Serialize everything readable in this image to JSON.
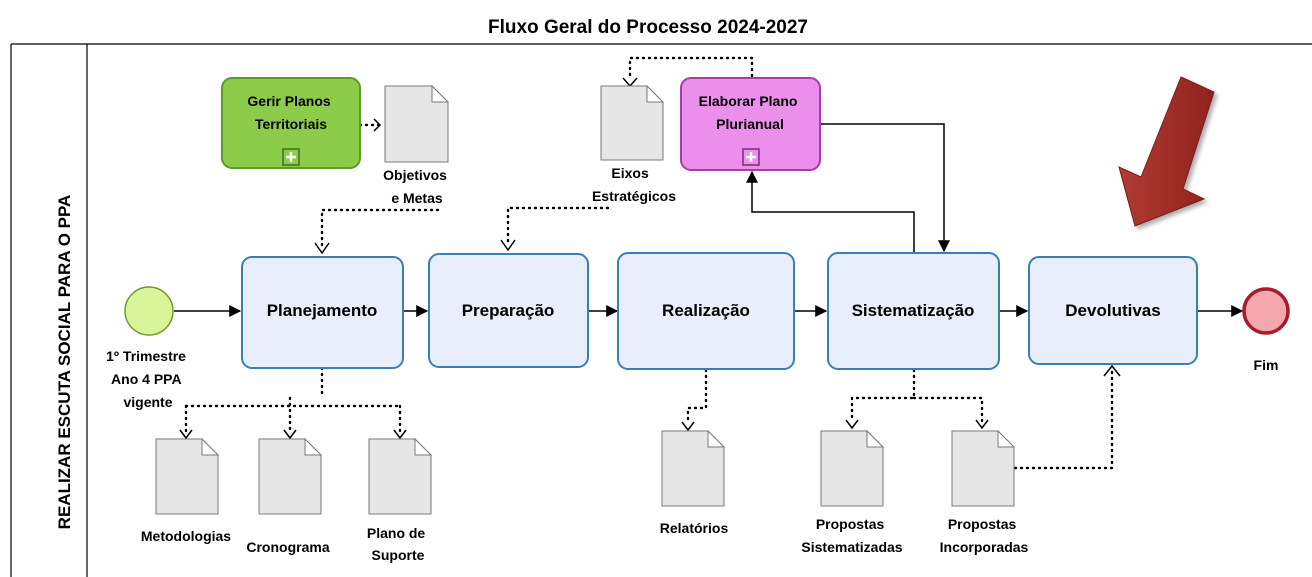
{
  "title": "Fluxo Geral do Processo 2024-2027",
  "lane": {
    "label": "REALIZAR ESCUTA SOCIAL PARA O PPA"
  },
  "start_event": {
    "label_lines": [
      "1º Trimestre",
      "Ano 4 PPA",
      "vigente"
    ],
    "color": "#d9f59a"
  },
  "end_event": {
    "label": "Fim",
    "color": "#f4a7ac"
  },
  "tasks": [
    {
      "id": "planejamento",
      "label": "Planejamento"
    },
    {
      "id": "preparacao",
      "label": "Preparação"
    },
    {
      "id": "realizacao",
      "label": "Realização"
    },
    {
      "id": "sistematizacao",
      "label": "Sistematização"
    },
    {
      "id": "devolutivas",
      "label": "Devolutivas"
    }
  ],
  "subprocesses": [
    {
      "id": "gerir",
      "label_lines": [
        "Gerir Planos",
        "Territoriais"
      ],
      "color": "#8ccc4a"
    },
    {
      "id": "elaborar",
      "label_lines": [
        "Elaborar Plano",
        "Plurianual"
      ],
      "color": "#ec8fec"
    }
  ],
  "documents": [
    {
      "id": "objetivos",
      "label_lines": [
        "Objetivos",
        "e Metas"
      ]
    },
    {
      "id": "eixos",
      "label_lines": [
        "Eixos",
        "Estratégicos"
      ]
    },
    {
      "id": "metodologias",
      "label_lines": [
        "Metodologias"
      ]
    },
    {
      "id": "cronograma",
      "label_lines": [
        "Cronograma"
      ]
    },
    {
      "id": "plano-suporte",
      "label_lines": [
        "Plano de",
        "Suporte"
      ]
    },
    {
      "id": "relatorios",
      "label_lines": [
        "Relatórios"
      ]
    },
    {
      "id": "propostas-sist",
      "label_lines": [
        "Propostas",
        "Sistematizadas"
      ]
    },
    {
      "id": "propostas-inc",
      "label_lines": [
        "Propostas",
        "Incorporadas"
      ]
    }
  ],
  "highlight_arrow": {
    "color": "#a52a24"
  }
}
